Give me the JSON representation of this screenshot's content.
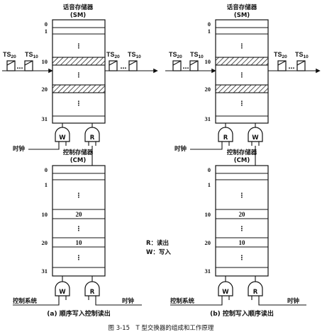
{
  "sm": {
    "title": "话音存储器",
    "abbr": "(SM)"
  },
  "cm": {
    "title": "控制存储器",
    "abbr": "(CM)"
  },
  "sm_rows": {
    "r0": "0",
    "r1": "1",
    "r10": "10",
    "r20": "20",
    "r31": "31"
  },
  "cm_rows": {
    "r0": "0",
    "r1": "1",
    "r10": "10",
    "r20": "20",
    "r31": "31"
  },
  "cm_cells": {
    "a": "20",
    "b": "10"
  },
  "vertical_dots": "⋮",
  "ts": {
    "left1": "TS",
    "left1_sub": "20",
    "left2": "TS",
    "left2_sub": "10",
    "right1": "TS",
    "right1_sub": "20",
    "right2": "TS",
    "right2_sub": "10",
    "ellipsis": "…"
  },
  "gates": {
    "W": "W",
    "R": "R"
  },
  "signals": {
    "clock": "时钟",
    "control_system": "控制系统"
  },
  "legend": {
    "read": "R：读出",
    "write": "W：写入"
  },
  "captions": {
    "a": "(a) 顺序写入控制读出",
    "b": "(b) 控制写入顺序读出"
  },
  "figure_caption": "图 3-15　T 型交换器的组成和工作原理"
}
